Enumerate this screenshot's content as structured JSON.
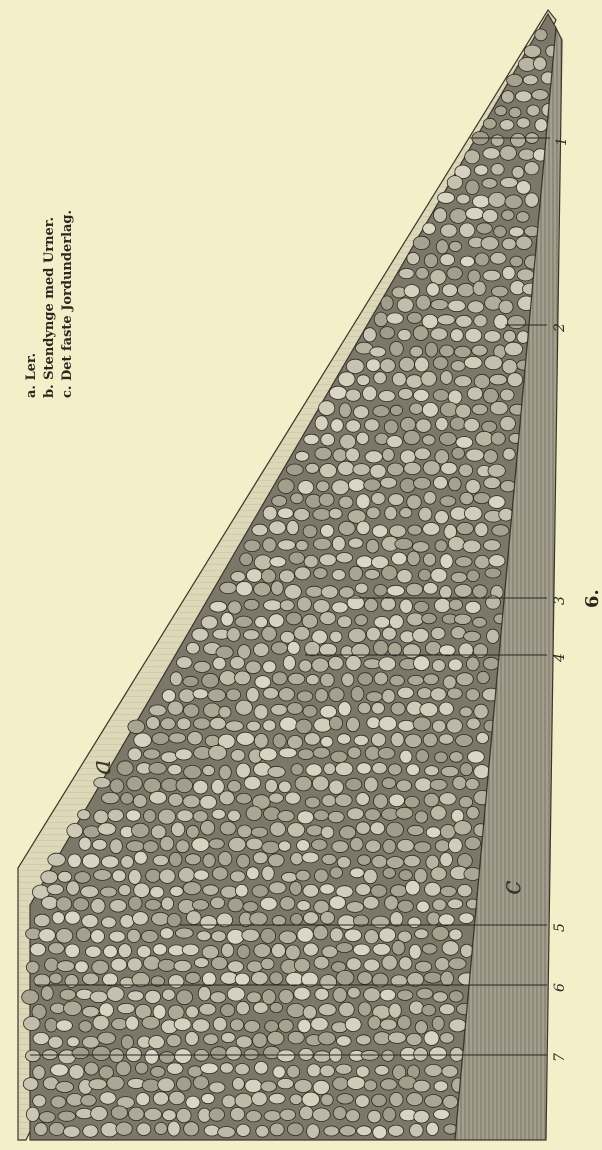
{
  "legend": {
    "items": [
      {
        "key": "a.",
        "text": "Ler."
      },
      {
        "key": "b.",
        "text": "Stendynge med Urner."
      },
      {
        "key": "c.",
        "text": "Det faste Jordunderlag."
      }
    ]
  },
  "zone_letters": [
    "a",
    "c"
  ],
  "urn_labels": [
    "1",
    "2",
    "3",
    "4",
    "5",
    "6",
    "7"
  ],
  "figure_number": "6.",
  "colors": {
    "paper": "#f3efc8",
    "ink": "#2b2620",
    "stones": "#7d776a",
    "clay": "#ddd8b8",
    "ground": "#9a9586"
  }
}
